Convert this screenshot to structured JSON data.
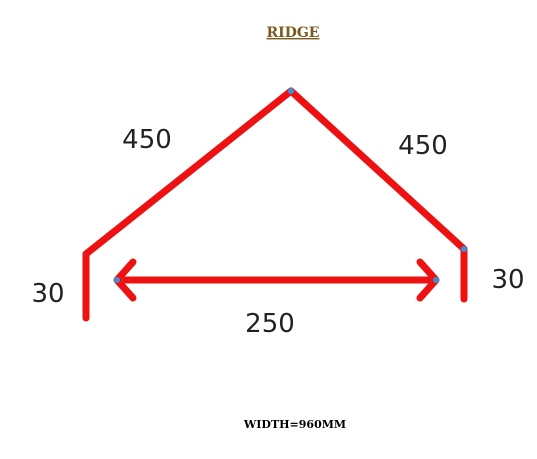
{
  "title": "RIDGE",
  "dimensions": {
    "left_slope": "450",
    "right_slope": "450",
    "left_flange": "30",
    "right_flange": "30",
    "span": "250"
  },
  "width_note": "WIDTH=960MM",
  "colors": {
    "profile": "#ee1111",
    "nodes": "#3a8fd9",
    "title": "#7a5a1a",
    "text": "#222222"
  }
}
